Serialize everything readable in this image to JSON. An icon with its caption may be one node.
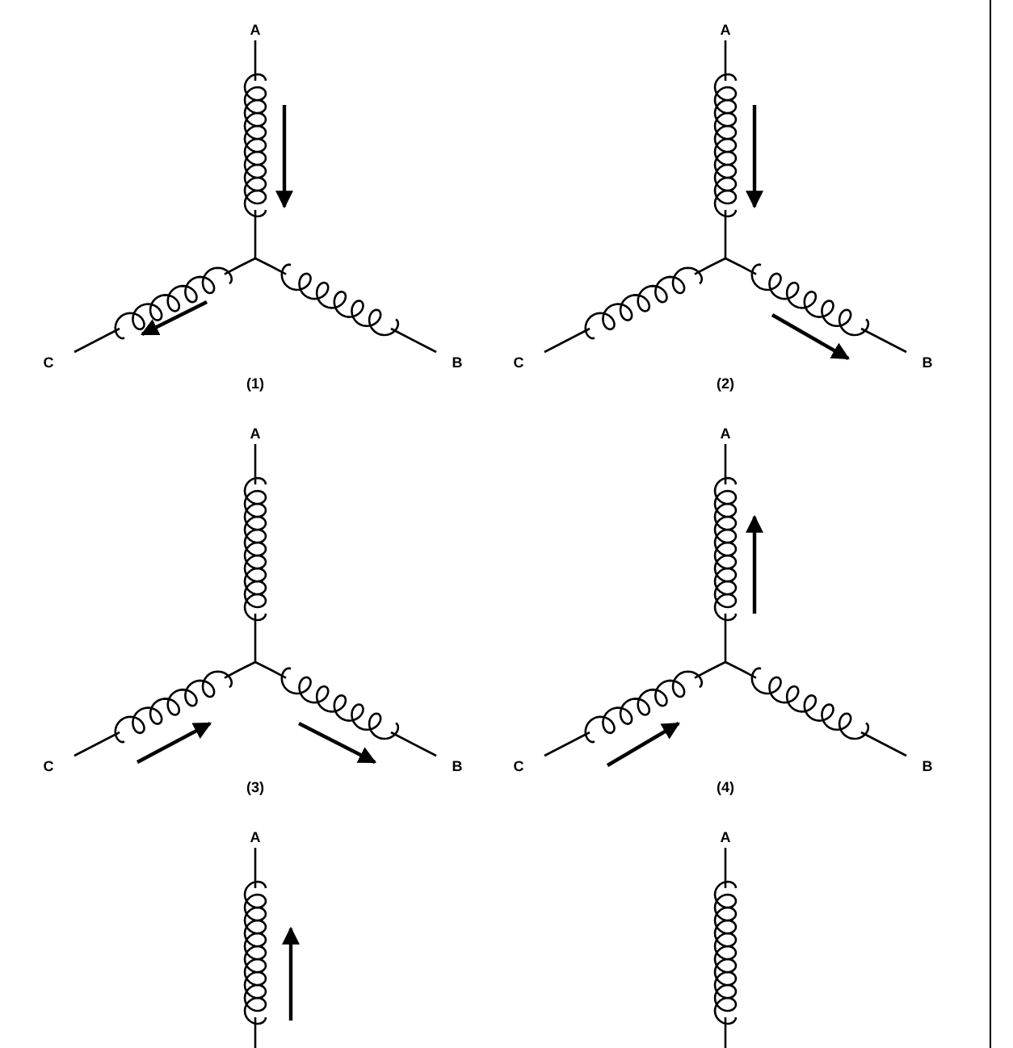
{
  "diagram": {
    "labels": [
      "A",
      "A",
      "C",
      "B",
      "(1)",
      "C",
      "B",
      "(2)",
      "A",
      "A",
      "C",
      "B",
      "(3)",
      "C",
      "B",
      "(4)",
      "A",
      "A"
    ]
  }
}
